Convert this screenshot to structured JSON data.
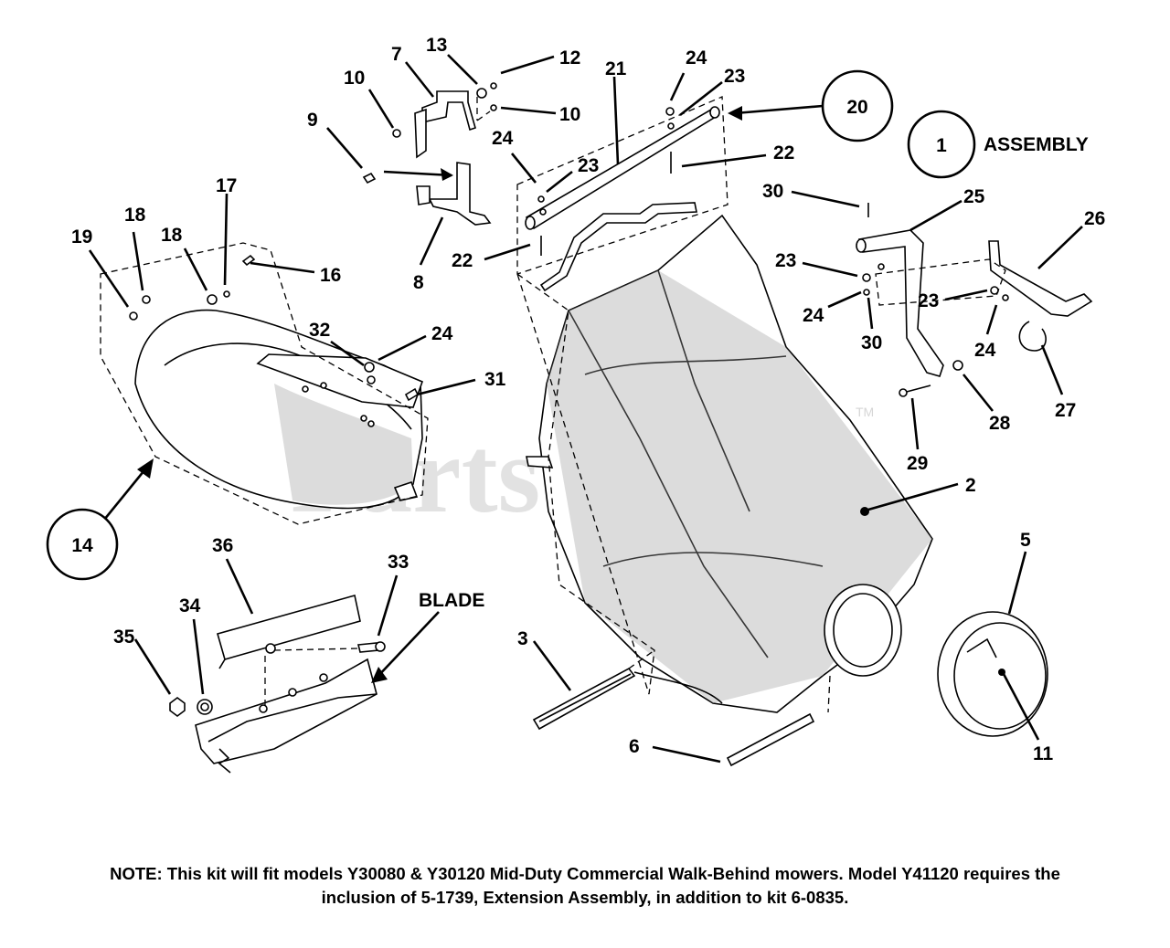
{
  "watermark": "PartsTree",
  "watermark_tm": "TM",
  "circled_refs": [
    {
      "id": "ref-20",
      "label": "20"
    },
    {
      "id": "ref-1",
      "label": "1"
    },
    {
      "id": "ref-14",
      "label": "14"
    }
  ],
  "labels": {
    "assembly": "ASSEMBLY",
    "blade": "BLADE"
  },
  "callouts": [
    {
      "id": "c7",
      "label": "7"
    },
    {
      "id": "c13",
      "label": "13"
    },
    {
      "id": "c12",
      "label": "12"
    },
    {
      "id": "c10a",
      "label": "10"
    },
    {
      "id": "c10b",
      "label": "10"
    },
    {
      "id": "c9",
      "label": "9"
    },
    {
      "id": "c8",
      "label": "8"
    },
    {
      "id": "c21",
      "label": "21"
    },
    {
      "id": "c24a",
      "label": "24"
    },
    {
      "id": "c23a",
      "label": "23"
    },
    {
      "id": "c24b",
      "label": "24"
    },
    {
      "id": "c23b",
      "label": "23"
    },
    {
      "id": "c22a",
      "label": "22"
    },
    {
      "id": "c22b",
      "label": "22"
    },
    {
      "id": "c17",
      "label": "17"
    },
    {
      "id": "c18a",
      "label": "18"
    },
    {
      "id": "c19",
      "label": "19"
    },
    {
      "id": "c18b",
      "label": "18"
    },
    {
      "id": "c16",
      "label": "16"
    },
    {
      "id": "c32",
      "label": "32"
    },
    {
      "id": "c24c",
      "label": "24"
    },
    {
      "id": "c31",
      "label": "31"
    },
    {
      "id": "c30a",
      "label": "30"
    },
    {
      "id": "c25",
      "label": "25"
    },
    {
      "id": "c26",
      "label": "26"
    },
    {
      "id": "c23c",
      "label": "23"
    },
    {
      "id": "c24d",
      "label": "24"
    },
    {
      "id": "c30b",
      "label": "30"
    },
    {
      "id": "c23d",
      "label": "23"
    },
    {
      "id": "c24e",
      "label": "24"
    },
    {
      "id": "c27",
      "label": "27"
    },
    {
      "id": "c28",
      "label": "28"
    },
    {
      "id": "c29",
      "label": "29"
    },
    {
      "id": "c2",
      "label": "2"
    },
    {
      "id": "c5",
      "label": "5"
    },
    {
      "id": "c11",
      "label": "11"
    },
    {
      "id": "c36",
      "label": "36"
    },
    {
      "id": "c33",
      "label": "33"
    },
    {
      "id": "c34",
      "label": "34"
    },
    {
      "id": "c35",
      "label": "35"
    },
    {
      "id": "c3",
      "label": "3"
    },
    {
      "id": "c6",
      "label": "6"
    }
  ],
  "note": {
    "line1": "NOTE: This kit will fit models Y30080 & Y30120 Mid-Duty Commercial Walk-Behind mowers. Model Y41120 requires the",
    "line2": "inclusion of 5-1739, Extension Assembly, in addition to kit 6-0835."
  }
}
